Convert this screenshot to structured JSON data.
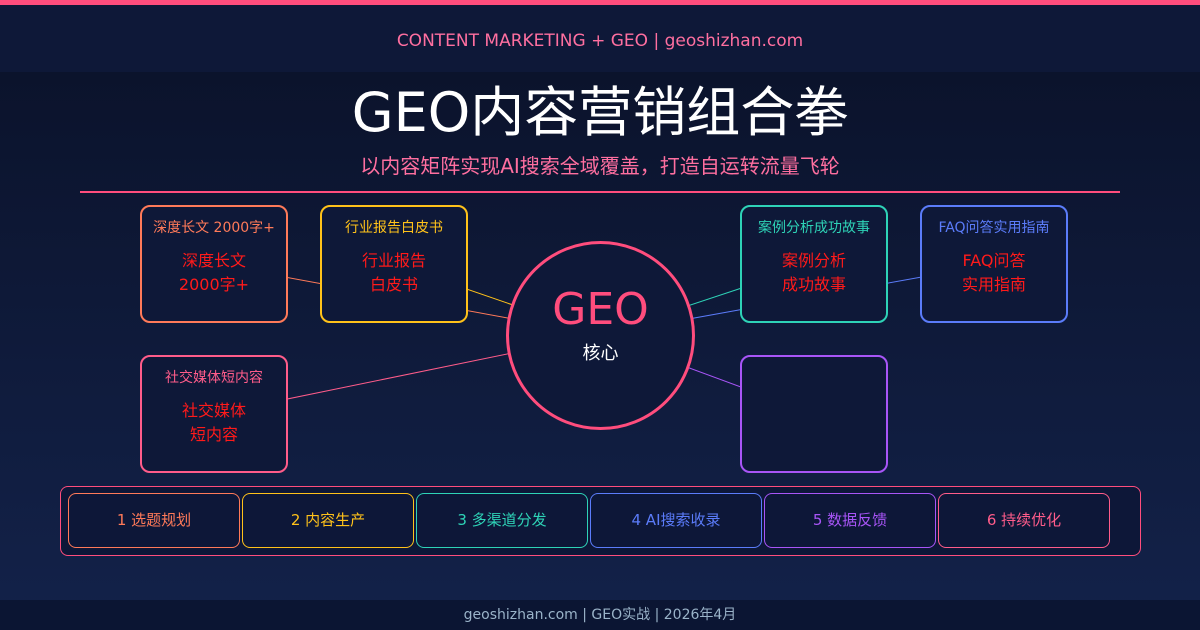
{
  "header": "CONTENT MARKETING + GEO  |  geoshizhan.com",
  "title": "GEO内容营销组合拳",
  "subtitle": "以内容矩阵实现AI搜索全域覆盖，打造自运转流量飞轮",
  "core": {
    "label": "GEO",
    "sub": "核心"
  },
  "nodes": [
    {
      "label": "深度长文 2000字+",
      "title": "深度长文",
      "detail": "2000字+",
      "color": "#ff7a59"
    },
    {
      "label": "行业报告白皮书",
      "title": "行业报告",
      "detail": "白皮书",
      "color": "#ffc21a"
    },
    {
      "label": "案例分析成功故事",
      "title": "案例分析",
      "detail": "成功故事",
      "color": "#2ed3b7"
    },
    {
      "label": "FAQ问答实用指南",
      "title": "FAQ问答",
      "detail": "实用指南",
      "color": "#5b7cfa"
    },
    {
      "label": "社交媒体短内容",
      "title": "社交媒体",
      "detail": "短内容",
      "color": "#ff5c8a"
    },
    {
      "label": "",
      "title": "",
      "detail": "",
      "color": "#a855f7"
    }
  ],
  "steps": [
    {
      "label": "1 选题规划",
      "color": "#ff7a59"
    },
    {
      "label": "2 内容生产",
      "color": "#ffc21a"
    },
    {
      "label": "3 多渠道分发",
      "color": "#2ed3b7"
    },
    {
      "label": "4 AI搜索收录",
      "color": "#5b7cfa"
    },
    {
      "label": "5 数据反馈",
      "color": "#a855f7"
    },
    {
      "label": "6 持续优化",
      "color": "#ff5c8a"
    }
  ],
  "footer": "geoshizhan.com | GEO实战 | 2026年4月"
}
